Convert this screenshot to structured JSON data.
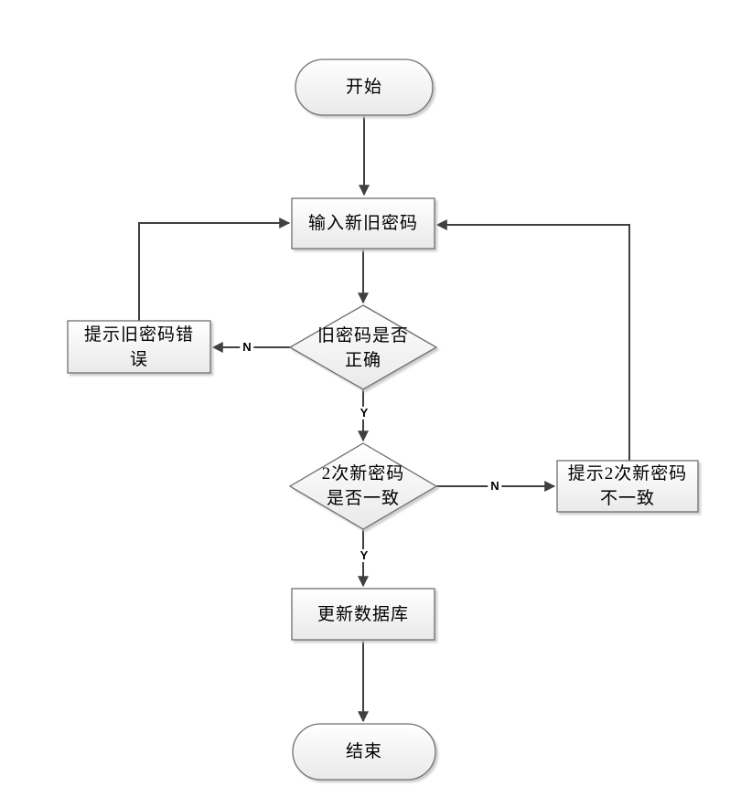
{
  "diagram": {
    "type": "flowchart",
    "nodes": {
      "start": {
        "label": "开始",
        "shape": "terminator"
      },
      "input_passwords": {
        "label": "输入新旧密码",
        "shape": "process"
      },
      "check_old_password": {
        "line1": "旧密码是否",
        "line2": "正确",
        "shape": "decision"
      },
      "prompt_old_password_error": {
        "line1": "提示旧密码错",
        "line2": "误",
        "shape": "process"
      },
      "check_new_passwords_match": {
        "line1": "2次新密码",
        "line2": "是否一致",
        "shape": "decision"
      },
      "prompt_new_passwords_mismatch": {
        "line1": "提示2次新密码",
        "line2": "不一致",
        "shape": "process"
      },
      "update_database": {
        "label": "更新数据库",
        "shape": "process"
      },
      "end": {
        "label": "结束",
        "shape": "terminator"
      }
    },
    "edge_labels": {
      "check_old_no": "N",
      "check_old_yes": "Y",
      "check_match_no": "N",
      "check_match_yes": "Y"
    },
    "colors": {
      "line": "#404040",
      "shape_stroke": "#6e6e6e",
      "fill_top": "#ffffff",
      "fill_bottom": "#e9e9e9",
      "text": "#000000"
    }
  }
}
